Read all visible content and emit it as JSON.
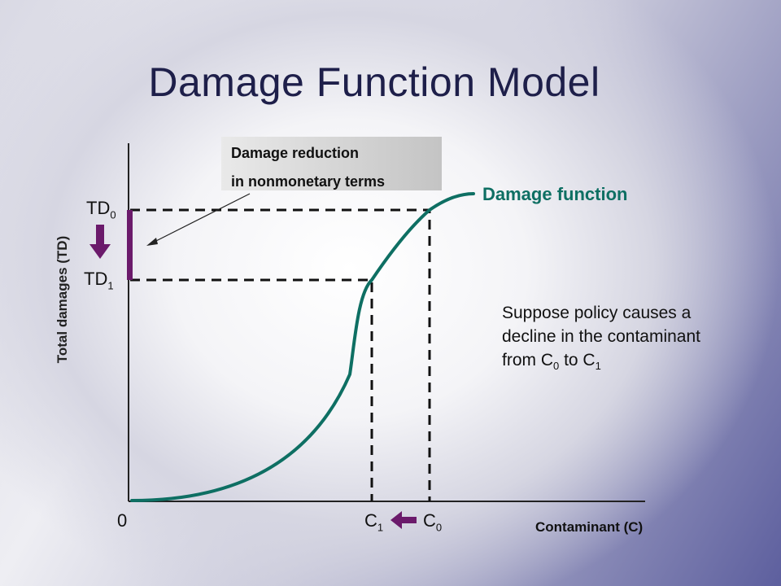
{
  "title": "Damage Function Model",
  "callout": {
    "line1": "Damage reduction",
    "line2": "in nonmonetary terms"
  },
  "axes": {
    "ylabel": "Total damages (TD)",
    "xlabel": "Contaminant (C)",
    "origin": "0"
  },
  "labels": {
    "td0": "TD",
    "td0_sub": "0",
    "td1": "TD",
    "td1_sub": "1",
    "c1": "C",
    "c1_sub": "1",
    "c0": "C",
    "c0_sub": "0"
  },
  "curve_label": "Damage function",
  "note": {
    "line1": "Suppose policy causes a",
    "line2": "decline in the contaminant",
    "line3_a": "from C",
    "line3_sub0": "0",
    "line3_b": " to C",
    "line3_sub1": "1"
  },
  "colors": {
    "curve": "#0e6f63",
    "arrow": "#6b1a6b",
    "title": "#1e1f4a"
  }
}
